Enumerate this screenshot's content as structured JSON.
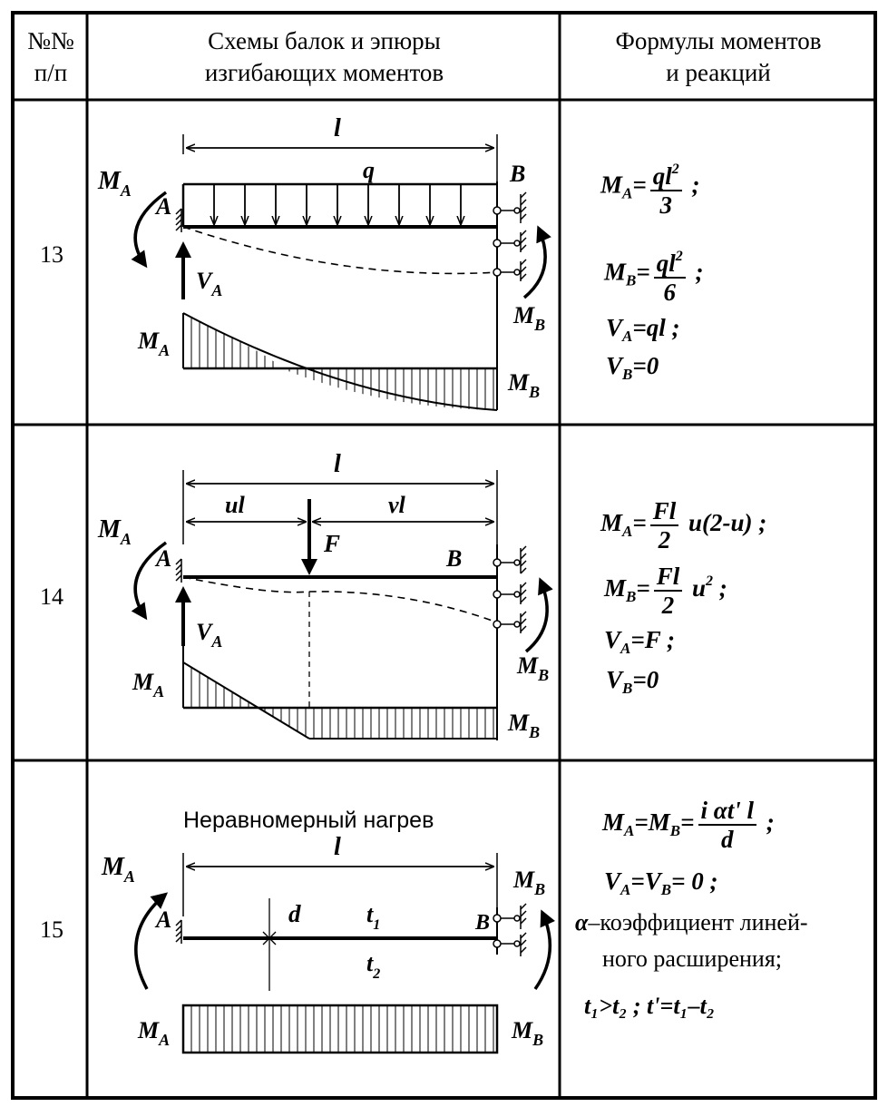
{
  "header": {
    "col_num_line1": "№№",
    "col_num_line2": "п/п",
    "col_scheme_line1": "Схемы балок и эпюры",
    "col_scheme_line2": "изгибающих моментов",
    "col_formula_line1": "Формулы моментов",
    "col_formula_line2": "и реакций"
  },
  "rows": [
    {
      "number": "13",
      "labels": {
        "span": "l",
        "load": "q",
        "left": "A",
        "right": "B",
        "moment_left": "M",
        "moment_right": "M",
        "reaction": "V",
        "sub_a": "A",
        "sub_b": "B"
      },
      "formulas": {
        "ma_lhs": "M",
        "ma_sub": "A",
        "ma_num": "ql",
        "ma_exp": "2",
        "ma_den": "3",
        "ma_end": ";",
        "mb_lhs": "M",
        "mb_sub": "B",
        "mb_num": "ql",
        "mb_exp": "2",
        "mb_den": "6",
        "mb_end": ";",
        "va": "=ql ;",
        "vb": "=0"
      }
    },
    {
      "number": "14",
      "labels": {
        "span": "l",
        "ul": "ul",
        "vl": "vl",
        "force": "F",
        "left": "A",
        "right": "B"
      },
      "formulas": {
        "ma_num": "Fl",
        "ma_den": "2",
        "ma_tail": "u(2-u) ;",
        "mb_num": "Fl",
        "mb_den": "2",
        "mb_tail": "u",
        "mb_exp": "2",
        "mb_end": ";",
        "va": "=F ;",
        "vb": "=0"
      }
    },
    {
      "number": "15",
      "labels": {
        "caption": "Неравномерный нагрев",
        "span": "l",
        "depth": "d",
        "t1": "t",
        "t1_sub": "1",
        "t2": "t",
        "t2_sub": "2",
        "left": "A",
        "right": "B"
      },
      "formulas": {
        "ma_mb_num": "i αt' l",
        "ma_mb_den": "d",
        "ma_mb_end": ";",
        "va_vb": "= 0 ;",
        "alpha_line1": "–коэффициент линей-",
        "alpha_line2": "ного расширения;",
        "alpha_symbol": "α",
        "temps": "t₁>t₂ ;  t'=t₁–t₂"
      }
    }
  ]
}
